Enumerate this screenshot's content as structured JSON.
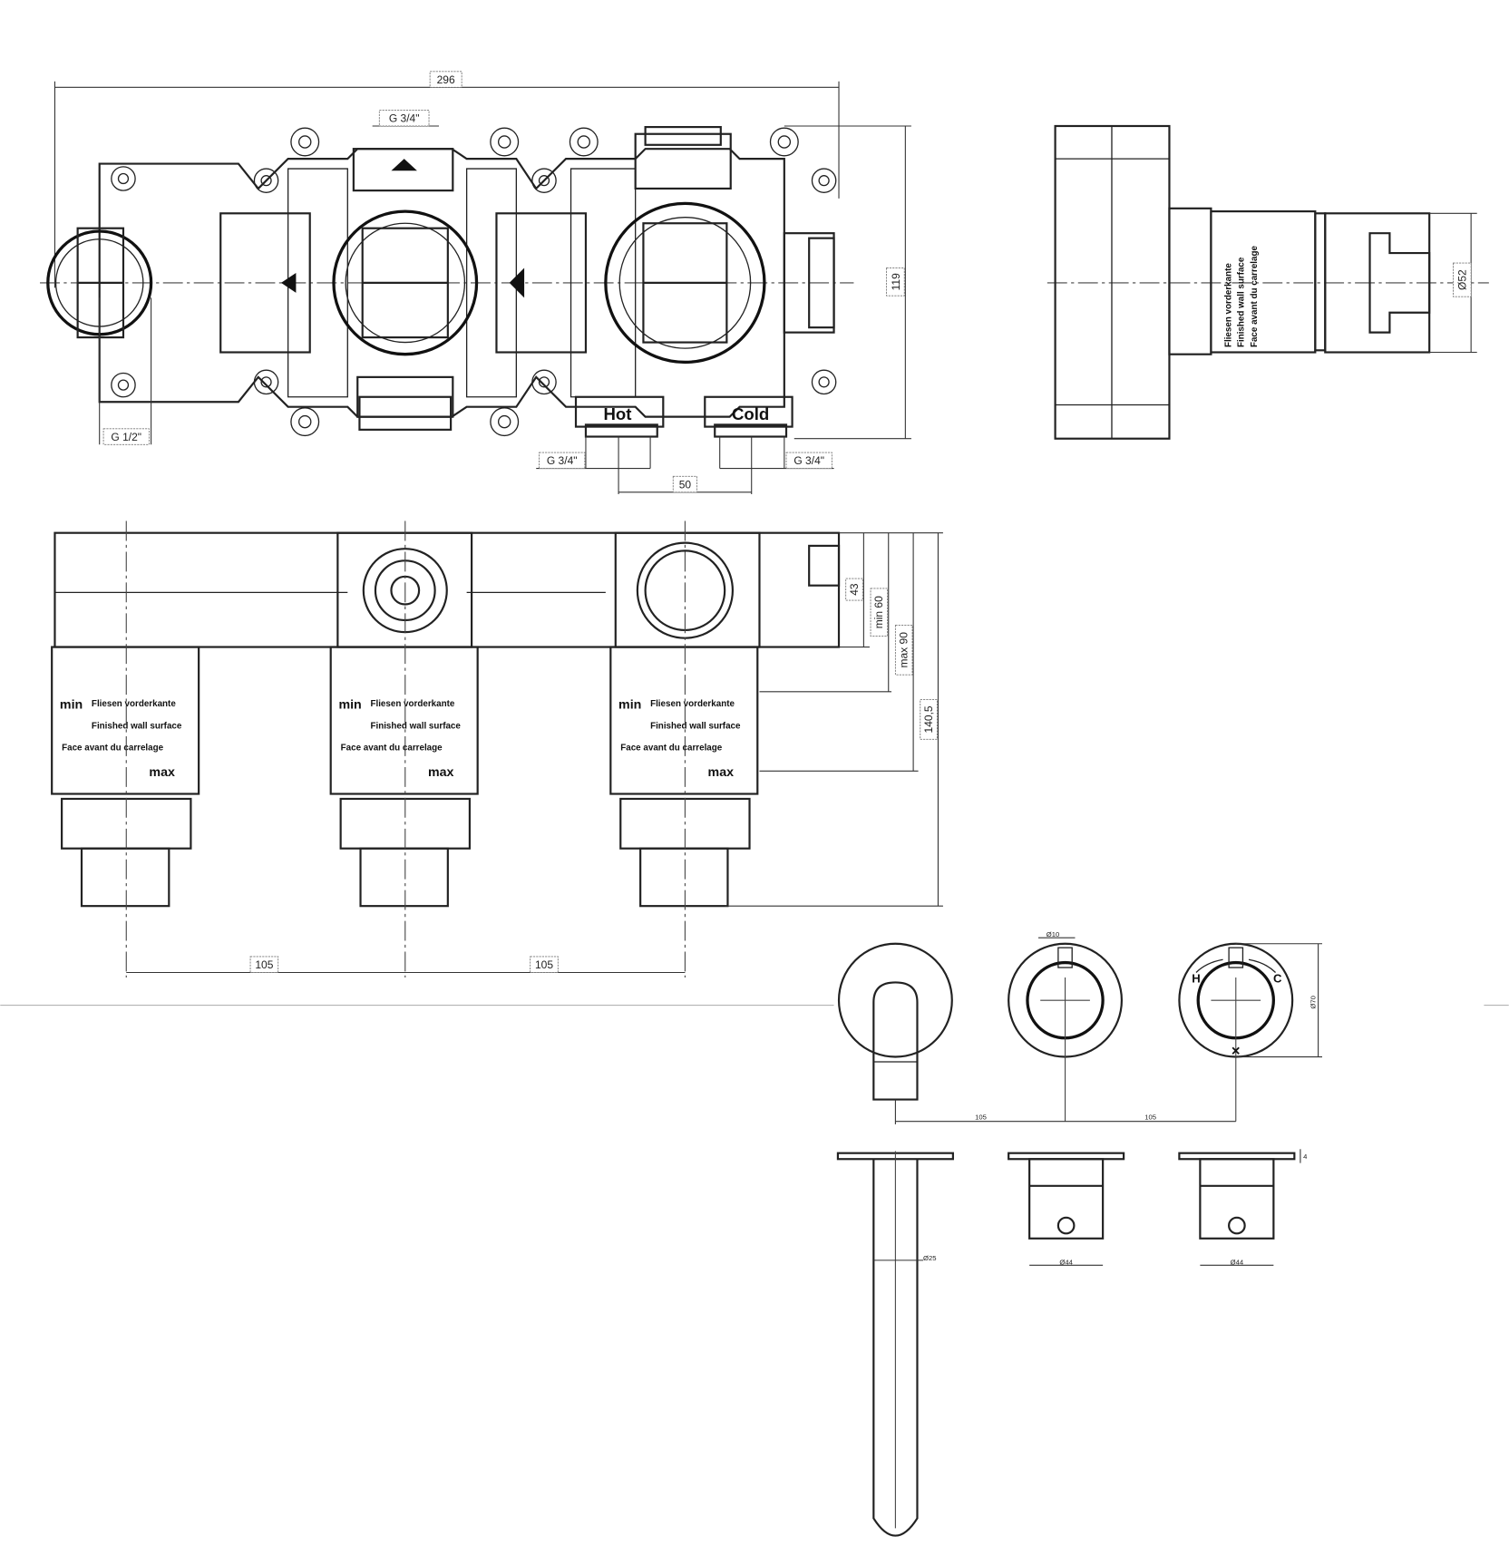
{
  "top_view": {
    "overall_width": "296",
    "top_connection": "G 3/4\"",
    "height": "119",
    "left_connection": "G 1/2\"",
    "hot_connection": "G 3/4\"",
    "cold_connection": "G 3/4\"",
    "inlet_spacing": "50",
    "hot_label": "Hot",
    "cold_label": "Cold"
  },
  "side_view": {
    "diameter": "Ø52"
  },
  "front_view": {
    "depth_body": "43",
    "min_depth": "min 60",
    "max_depth": "max 90",
    "total_depth": "140,5",
    "spacing_left": "105",
    "spacing_right": "105",
    "wall_label": {
      "min": "min",
      "max": "max",
      "de": "Fliesen vorderkante",
      "en": "Finished wall surface",
      "fr": "Face avant du carrelage"
    }
  },
  "trim_view": {
    "handle_diameter": "Ø10",
    "hot_mark": "H",
    "cold_mark": "C",
    "spacing_left": "105",
    "spacing_right": "105",
    "plate_diameter": "Ø70",
    "spout_diameter": "Ø25",
    "handle_body_left": "Ø44",
    "handle_body_right": "Ø44",
    "plate_thickness": "4"
  }
}
